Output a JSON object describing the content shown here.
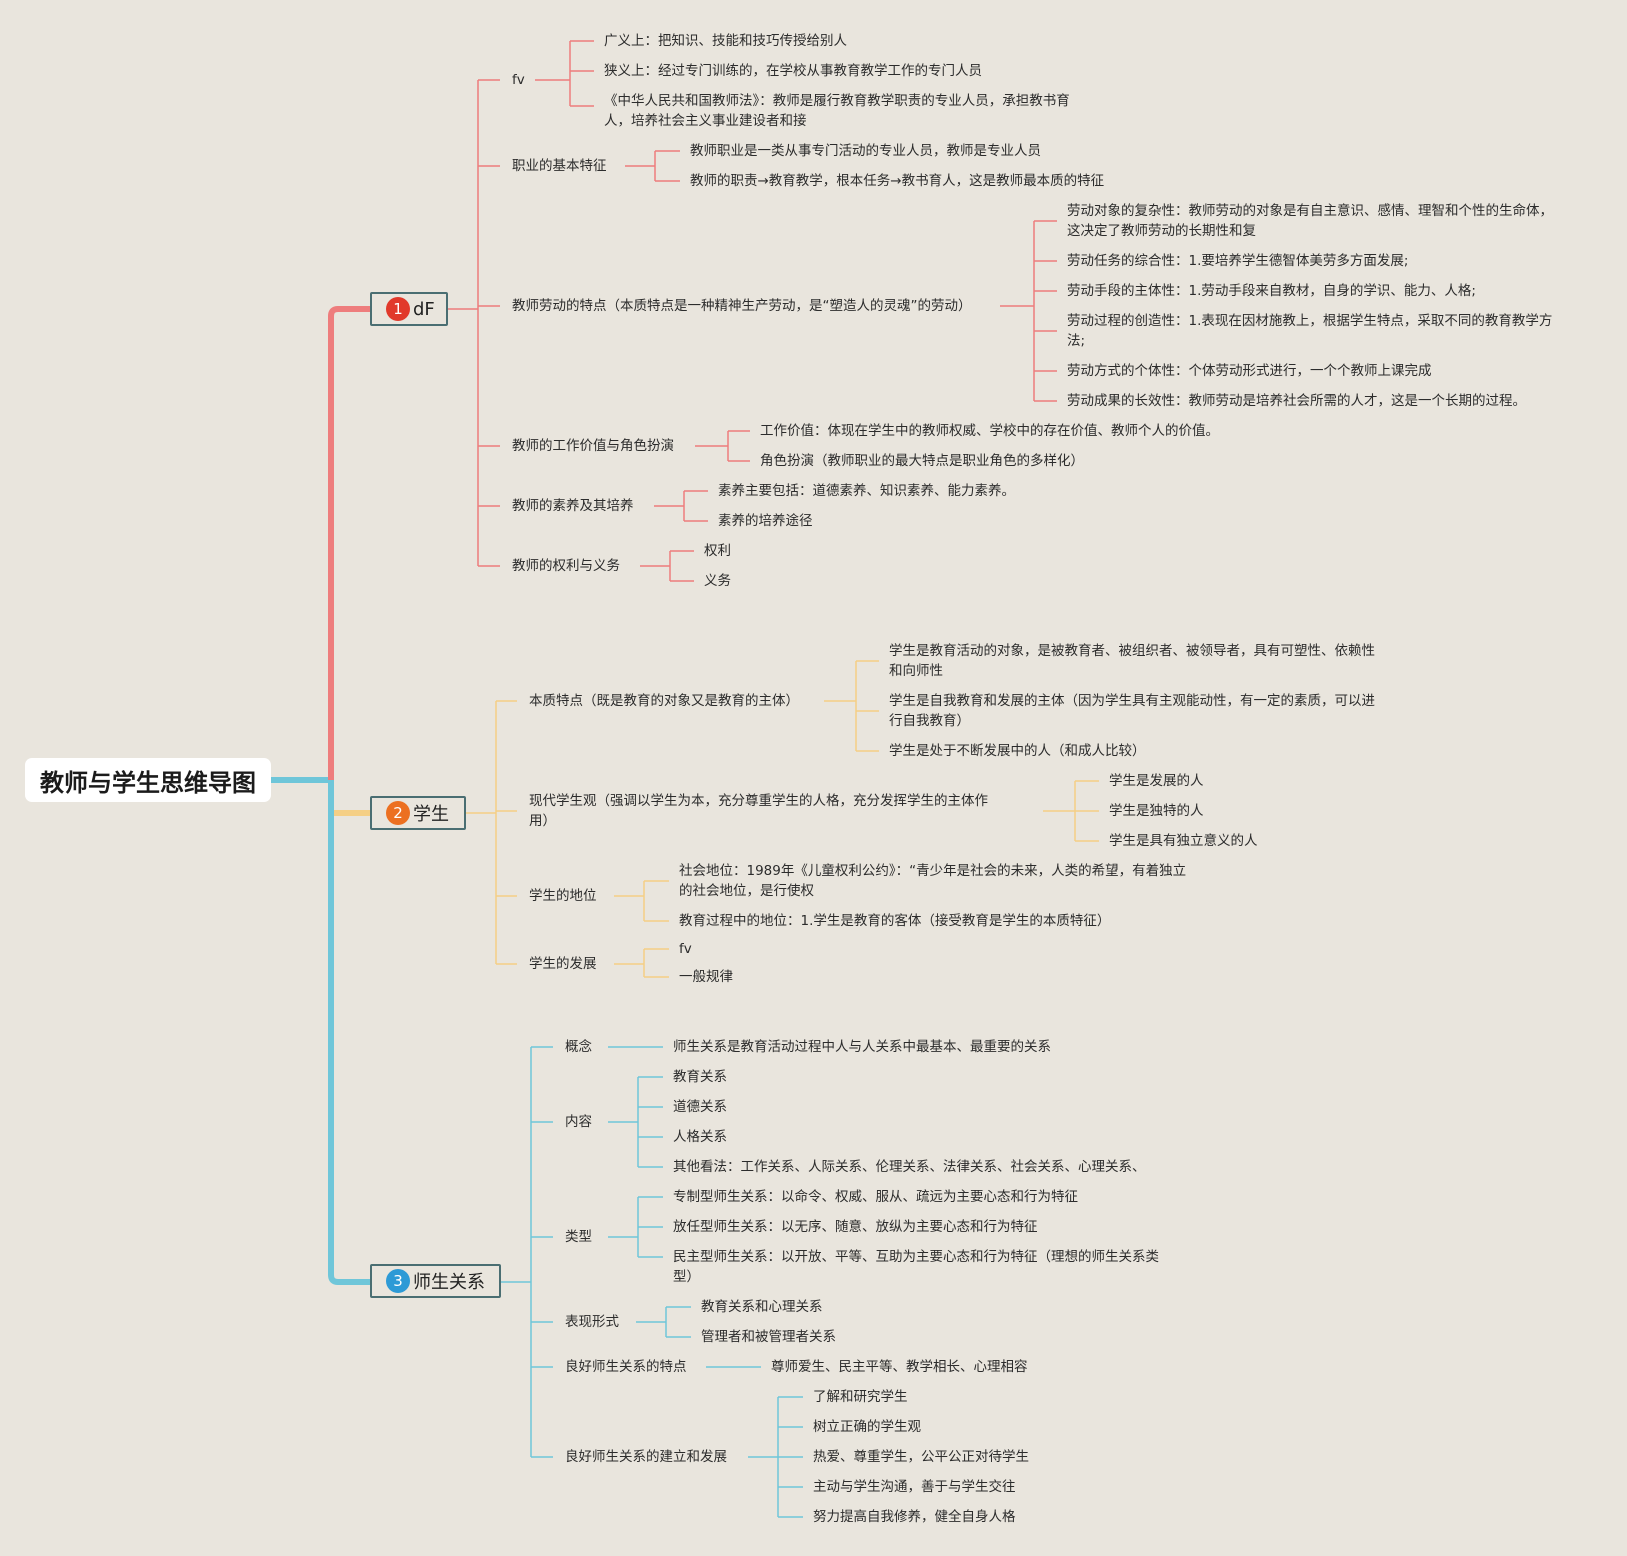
{
  "title": "教师与学生思维导图",
  "colors": {
    "teacher": "#ee7d7d",
    "student": "#f5cf85",
    "relation": "#6fc6d9"
  },
  "branches": [
    {
      "num": "1",
      "label": "dF",
      "badge_color": "#e1392b"
    },
    {
      "num": "2",
      "label": "学生",
      "badge_color": "#ec7021"
    },
    {
      "num": "3",
      "label": "师生关系",
      "badge_color": "#2d9ad6"
    }
  ],
  "teacher": {
    "fv": {
      "label": "fv",
      "items": [
        "广义上：把知识、技能和技巧传授给别人",
        "狭义上：经过专门训练的，在学校从事教育教学工作的专门人员",
        "《中华人民共和国教师法》：教师是履行教育教学职责的专业人员，承担教书育人，培养社会主义事业建设者和接"
      ]
    },
    "basic": {
      "label": "职业的基本特征",
      "items": [
        "教师职业是一类从事专门活动的专业人员，教师是专业人员",
        "教师的职责→教育教学，根本任务→教书育人，这是教师最本质的特征"
      ]
    },
    "labor": {
      "label": "教师劳动的特点（本质特点是一种精神生产劳动，是“塑造人的灵魂”的劳动）",
      "items": [
        "劳动对象的复杂性：教师劳动的对象是有自主意识、感情、理智和个性的生命体，这决定了教师劳动的长期性和复",
        "劳动任务的综合性：1.要培养学生德智体美劳多方面发展;",
        "劳动手段的主体性：1.劳动手段来自教材，自身的学识、能力、人格;",
        "劳动过程的创造性：1.表现在因材施教上，根据学生特点，采取不同的教育教学方法;",
        "劳动方式的个体性：个体劳动形式进行，一个个教师上课完成",
        "劳动成果的长效性：教师劳动是培养社会所需的人才，这是一个长期的过程。"
      ]
    },
    "value": {
      "label": "教师的工作价值与角色扮演",
      "items": [
        "工作价值：体现在学生中的教师权威、学校中的存在价值、教师个人的价值。",
        "角色扮演（教师职业的最大特点是职业角色的多样化）"
      ]
    },
    "quality": {
      "label": "教师的素养及其培养",
      "items": [
        "素养主要包括：道德素养、知识素养、能力素养。",
        "素养的培养途径"
      ]
    },
    "rights": {
      "label": "教师的权利与义务",
      "items": [
        "权利",
        "义务"
      ]
    }
  },
  "student": {
    "essence": {
      "label": "本质特点（既是教育的对象又是教育的主体）",
      "items": [
        "学生是教育活动的对象，是被教育者、被组织者、被领导者，具有可塑性、依赖性和向师性",
        "学生是自我教育和发展的主体（因为学生具有主观能动性，有一定的素质，可以进行自我教育）",
        "学生是处于不断发展中的人（和成人比较）"
      ]
    },
    "modern": {
      "label": "现代学生观（强调以学生为本，充分尊重学生的人格，充分发挥学生的主体作用）",
      "items": [
        "学生是发展的人",
        "学生是独特的人",
        "学生是具有独立意义的人"
      ]
    },
    "status": {
      "label": "学生的地位",
      "items": [
        "社会地位：1989年《儿童权利公约》：“青少年是社会的未来，人类的希望，有着独立的社会地位，是行使权",
        "教育过程中的地位：1.学生是教育的客体（接受教育是学生的本质特征）"
      ]
    },
    "development": {
      "label": "学生的发展",
      "items": [
        "fv",
        "一般规律"
      ]
    }
  },
  "relation": {
    "concept": {
      "label": "概念",
      "items": [
        "师生关系是教育活动过程中人与人关系中最基本、最重要的关系"
      ]
    },
    "content": {
      "label": "内容",
      "items": [
        "教育关系",
        "道德关系",
        "人格关系",
        "其他看法：工作关系、人际关系、伦理关系、法律关系、社会关系、心理关系、"
      ]
    },
    "types": {
      "label": "类型",
      "items": [
        "专制型师生关系：以命令、权威、服从、疏远为主要心态和行为特征",
        "放任型师生关系：以无序、随意、放纵为主要心态和行为特征",
        "民主型师生关系：以开放、平等、互助为主要心态和行为特征（理想的师生关系类型）"
      ]
    },
    "forms": {
      "label": "表现形式",
      "items": [
        "教育关系和心理关系",
        "管理者和被管理者关系"
      ]
    },
    "good": {
      "label": "良好师生关系的特点",
      "items": [
        "尊师爱生、民主平等、教学相长、心理相容"
      ]
    },
    "build": {
      "label": "良好师生关系的建立和发展",
      "items": [
        "了解和研究学生",
        "树立正确的学生观",
        "热爱、尊重学生，公平公正对待学生",
        "主动与学生沟通，善于与学生交往",
        "努力提高自我修养，健全自身人格"
      ]
    }
  }
}
